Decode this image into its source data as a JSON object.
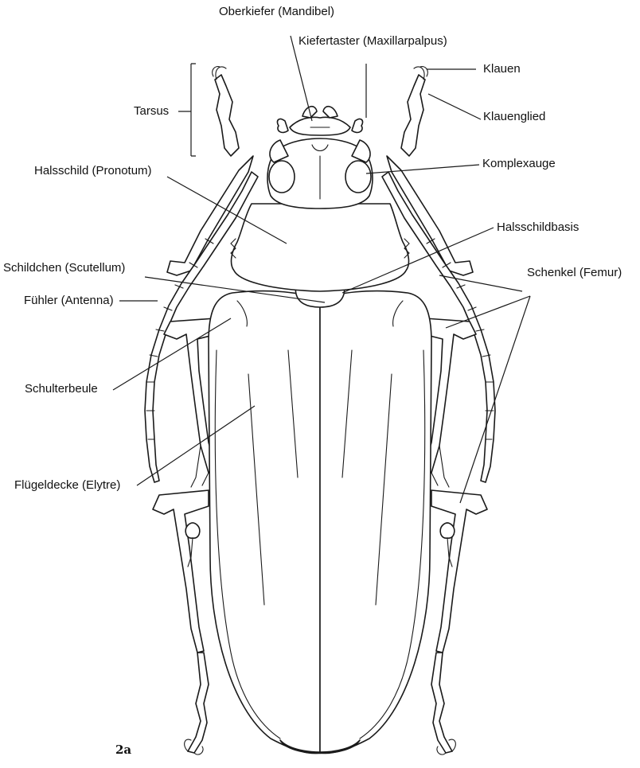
{
  "figure_label": "2a",
  "labels": {
    "oberkiefer": "Oberkiefer (Mandibel)",
    "kiefertaster": "Kiefertaster (Maxillarpalpus)",
    "klauen": "Klauen",
    "klauenglied": "Klauenglied",
    "tarsus": "Tarsus",
    "halsschild": "Halsschild (Pronotum)",
    "komplexauge": "Komplexauge",
    "halsschildbasis": "Halsschildbasis",
    "schildchen": "Schildchen (Scutellum)",
    "schenkel": "Schenkel (Femur)",
    "fuehler": "Fühler (Antenna)",
    "schulterbeule": "Schulterbeule",
    "fluegeldecke": "Flügeldecke (Elytre)"
  },
  "colors": {
    "line": "#1a1a1a",
    "background": "#ffffff"
  }
}
